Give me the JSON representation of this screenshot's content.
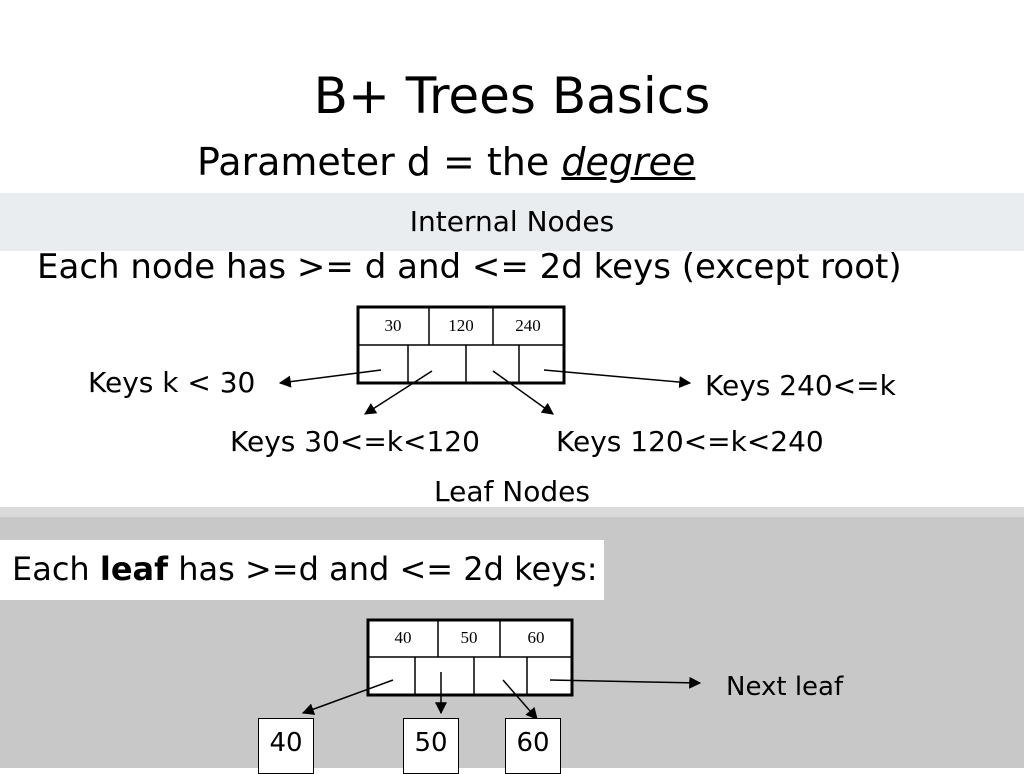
{
  "title": "B+ Trees Basics",
  "subtitle": {
    "prefix": "Parameter d = the ",
    "emphasis": "degree"
  },
  "internal": {
    "section_label": "Internal Nodes",
    "rule": "Each node has >= d and <= 2d keys (except root)",
    "node_keys": [
      "30",
      "120",
      "240"
    ],
    "ranges": {
      "left": "Keys k < 30",
      "mid_left": "Keys 30<=k<120",
      "mid_right": "Keys 120<=k<240",
      "right": "Keys 240<=k"
    }
  },
  "leaf": {
    "section_label": "Leaf Nodes",
    "rule_prefix": "Each ",
    "rule_bold": "leaf",
    "rule_suffix": " has >=d and <= 2d keys:",
    "node_keys": [
      "40",
      "50",
      "60"
    ],
    "records": [
      "40",
      "50",
      "60"
    ],
    "next_label": "Next leaf"
  }
}
